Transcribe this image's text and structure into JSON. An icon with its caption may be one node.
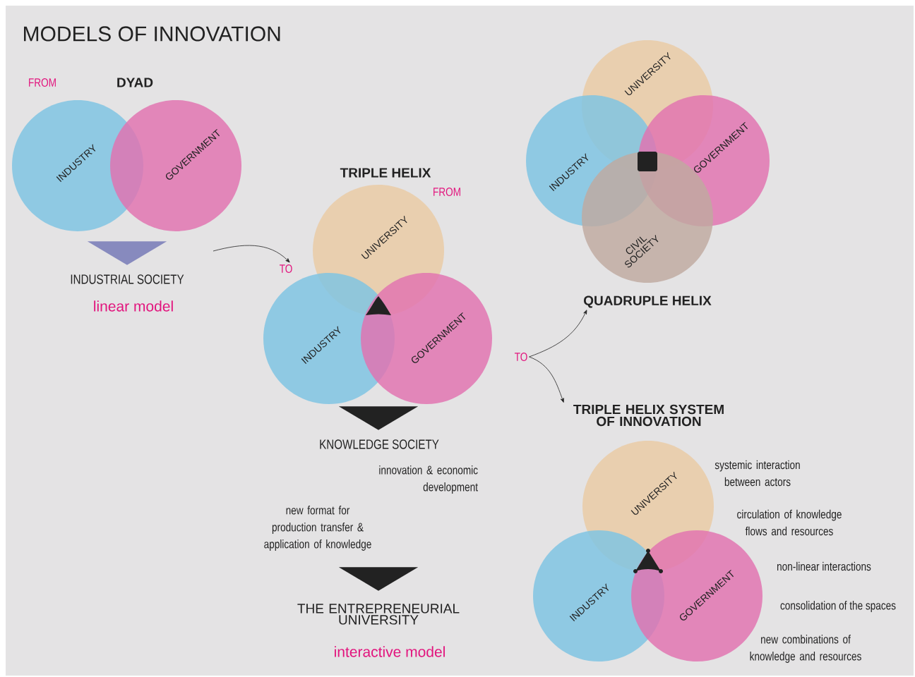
{
  "diagram": {
    "title": "MODELS OF INNOVATION",
    "nodes": [
      {
        "text": [
          "INDUSTRY"
        ]
      },
      {
        "text": [
          "GOVERNMENT"
        ]
      },
      {
        "text": [
          "UNIVERSITY"
        ]
      },
      {
        "text": [
          "INDUSTRY"
        ]
      },
      {
        "text": [
          "GOVERNMENT"
        ]
      },
      {
        "text": [
          "UNIVERSITY"
        ]
      },
      {
        "text": [
          "INDUSTRY"
        ]
      },
      {
        "text": [
          "GOVERNMENT"
        ]
      },
      {
        "text": [
          "CIVIL SOCIETY"
        ]
      },
      {
        "text": [
          "UNIVERSITY"
        ]
      },
      {
        "text": [
          "INDUSTRY"
        ]
      },
      {
        "text": [
          "GOVERNMENT"
        ]
      },
      {
        "text": [
          "TO"
        ]
      },
      {
        "text": [
          "TO"
        ]
      },
      {
        "text": [
          "QUADRUPLE HELIX"
        ]
      },
      {
        "text": [
          "TRIPLE HELIX SYSTEM OF INNOVATION"
        ]
      },
      {
        "text": [],
        "shape": "triangle"
      },
      {
        "text": [],
        "shape": "triangle"
      },
      {
        "text": [],
        "shape": "triangle"
      }
    ],
    "edges": [
      {
        "from": null,
        "to": 12,
        "arrow": "to"
      },
      {
        "from": 13,
        "to": 14,
        "arrow": "to"
      },
      {
        "from": 13,
        "to": 15,
        "arrow": "to"
      }
    ],
    "labels": [
      "FROM",
      "DYAD",
      "INDUSTRIAL SOCIETY",
      "linear model",
      "TRIPLE HELIX",
      "FROM",
      "KNOWLEDGE SOCIETY",
      "innovation & economic development",
      "new format for production transfer & application of knowledge",
      "THE ENTREPRENEURIAL UNIVERSITY",
      "interactive model",
      "systemic interaction between actors",
      "circulation of knowledge flows and resources",
      "non-linear interactions",
      "consolidation of the spaces",
      "new combinations of knowledge and resources"
    ]
  }
}
